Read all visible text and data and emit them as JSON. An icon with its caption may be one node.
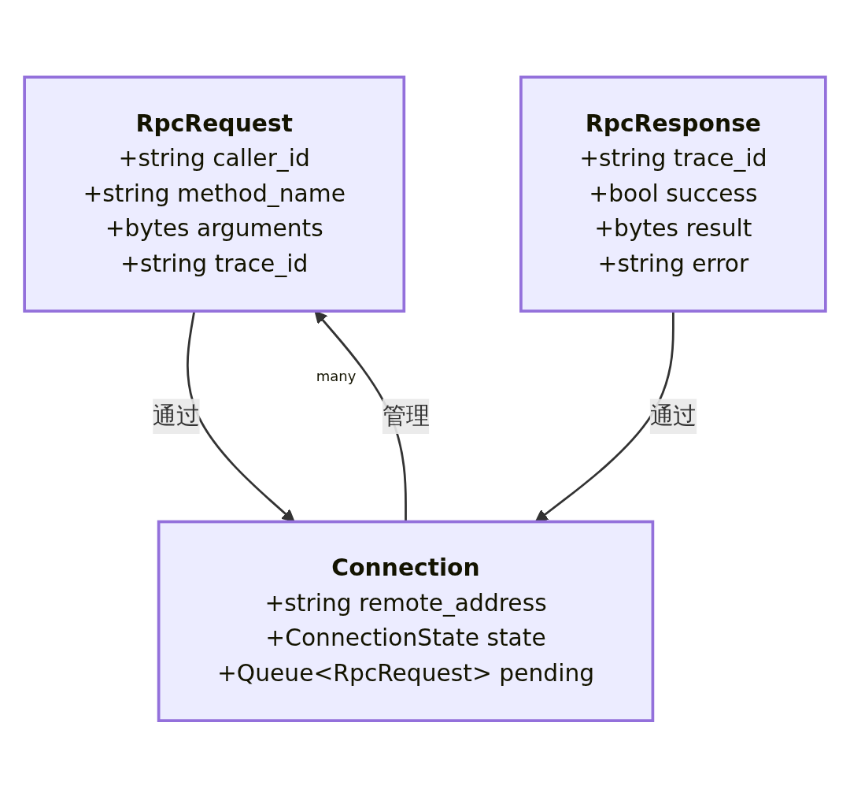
{
  "diagram": {
    "nodes": [
      {
        "text": [
          "RpcRequest",
          "+string caller_id",
          "+string method_name",
          "+bytes arguments",
          "+string trace_id"
        ]
      },
      {
        "text": [
          "RpcResponse",
          "+string trace_id",
          "+bool success",
          "+bytes result",
          "+string error"
        ]
      },
      {
        "text": [
          "Connection",
          "+string remote_address",
          "+ConnectionState state",
          "+Queue<RpcRequest> pending"
        ]
      }
    ],
    "edges": [
      {
        "from": 0,
        "to": 2,
        "label": "通过",
        "arrow": "to"
      },
      {
        "from": 2,
        "to": 0,
        "label": "管理",
        "arrow": "to"
      },
      {
        "from": 1,
        "to": 2,
        "label": "通过",
        "arrow": "to"
      }
    ],
    "labels": [
      "many"
    ]
  }
}
